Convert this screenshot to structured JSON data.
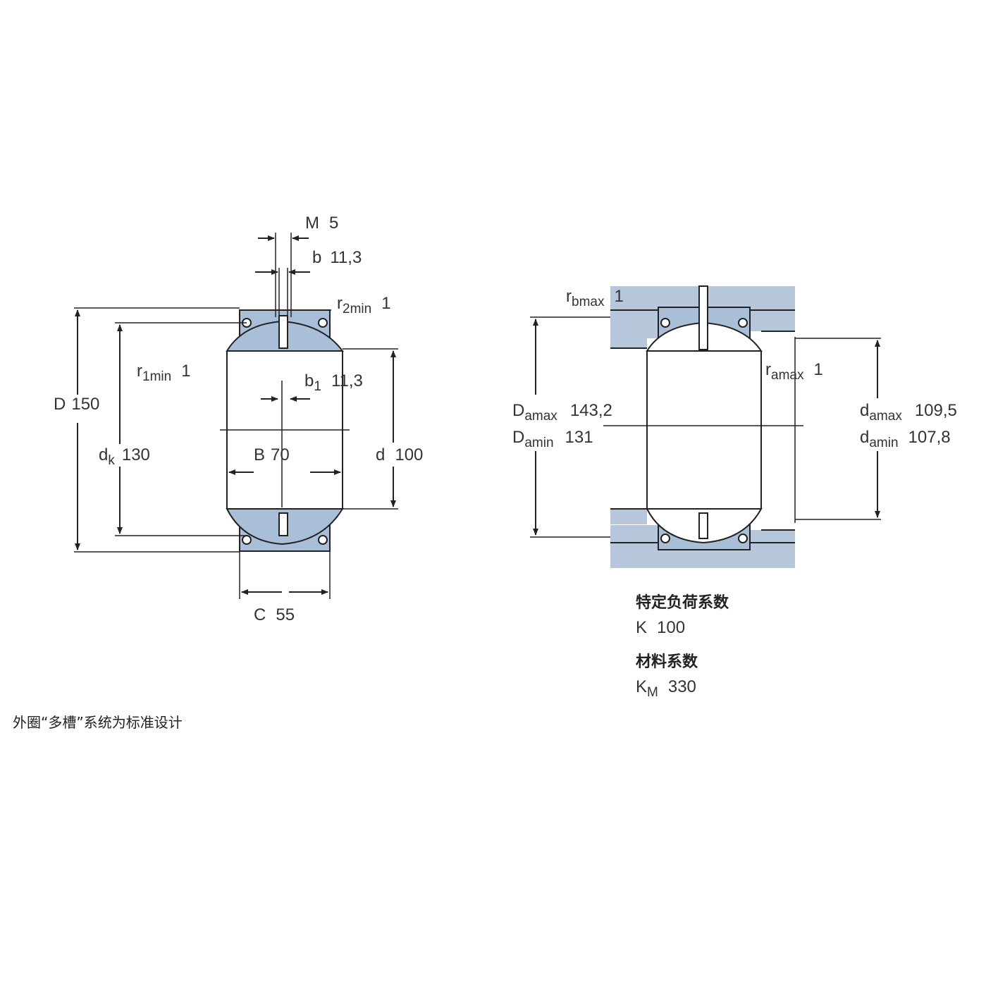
{
  "left": {
    "M": {
      "sym": "M",
      "val": "5"
    },
    "b": {
      "sym": "b",
      "val": "11,3"
    },
    "r2": {
      "sym": "r",
      "sub": "2min",
      "val": "1"
    },
    "r1": {
      "sym": "r",
      "sub": "1min",
      "val": "1"
    },
    "b1": {
      "sym": "b",
      "sub": "1",
      "val": "11,3"
    },
    "D": {
      "sym": "D",
      "val": "150"
    },
    "dk": {
      "sym": "d",
      "sub": "k",
      "val": "130"
    },
    "B": {
      "sym": "B",
      "val": "70"
    },
    "d": {
      "sym": "d",
      "val": "100"
    },
    "C": {
      "sym": "C",
      "val": "55"
    }
  },
  "right": {
    "rb": {
      "sym": "r",
      "sub": "bmax",
      "val": "1"
    },
    "ra": {
      "sym": "r",
      "sub": "amax",
      "val": "1"
    },
    "Damax": {
      "sym": "D",
      "sub": "amax",
      "val": "143,2"
    },
    "Damin": {
      "sym": "D",
      "sub": "amin",
      "val": "131"
    },
    "damax": {
      "sym": "d",
      "sub": "amax",
      "val": "109,5"
    },
    "damin": {
      "sym": "d",
      "sub": "amin",
      "val": "107,8"
    }
  },
  "factors": {
    "load_title": "特定负荷系数",
    "load_sym": "K",
    "load_val": "100",
    "material_title": "材料系数",
    "material_sym": "K",
    "material_sub": "M",
    "material_val": "330"
  },
  "footnote": "外圈“多槽”系统为标准设计",
  "colors": {
    "fill": "#a9bfd8",
    "housing": "#b6c7db",
    "line": "#222222"
  }
}
